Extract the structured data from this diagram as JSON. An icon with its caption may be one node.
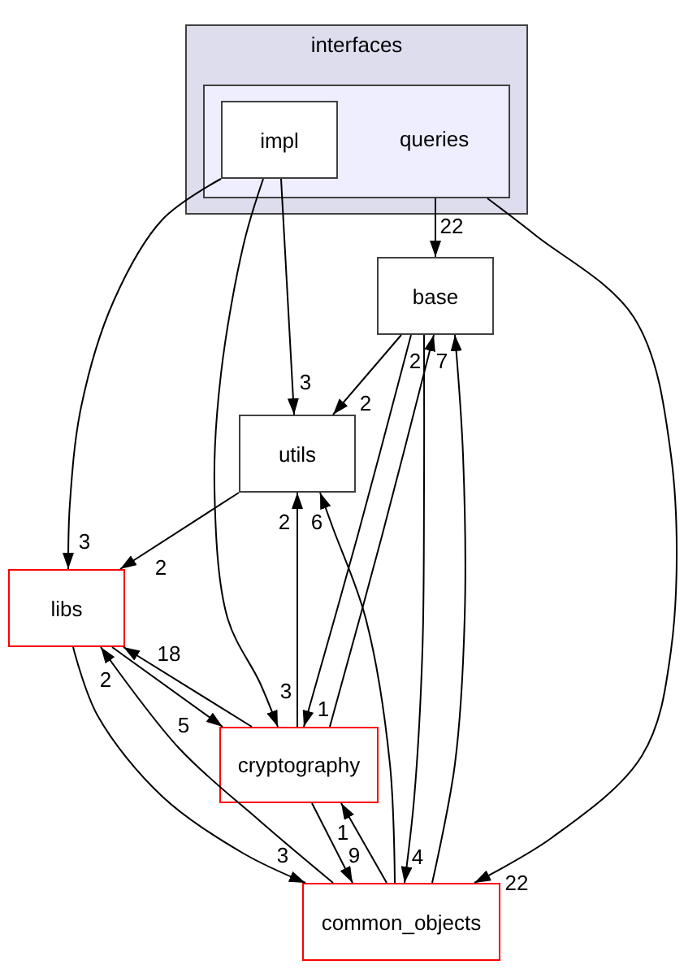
{
  "diagram": {
    "nodes": [
      {
        "text": [
          "interfaces"
        ]
      },
      {
        "text": [
          "queries"
        ],
        "in": 0
      },
      {
        "text": [
          "impl"
        ],
        "in": 1
      },
      {
        "text": [
          "base"
        ]
      },
      {
        "text": [
          "utils"
        ]
      },
      {
        "text": [
          "libs"
        ]
      },
      {
        "text": [
          "cryptography"
        ]
      },
      {
        "text": [
          "common_objects"
        ]
      }
    ],
    "edges": [
      {
        "from": 1,
        "to": 3,
        "arrow": "to",
        "label": "22"
      },
      {
        "from": 1,
        "to": 7,
        "arrow": "to",
        "label": "22"
      },
      {
        "from": 2,
        "to": 5,
        "arrow": "to",
        "label": "3"
      },
      {
        "from": 2,
        "to": 4,
        "arrow": "to",
        "label": "3"
      },
      {
        "from": 2,
        "to": 6,
        "arrow": "to",
        "label": "3"
      },
      {
        "from": 3,
        "to": 4,
        "arrow": "to",
        "label": "2"
      },
      {
        "from": 3,
        "to": 6,
        "arrow": "to",
        "label": "1"
      },
      {
        "from": 3,
        "to": 7,
        "arrow": "to",
        "label": "4"
      },
      {
        "from": 4,
        "to": 5,
        "arrow": "to",
        "label": "2"
      },
      {
        "from": 5,
        "to": 6,
        "arrow": "to",
        "label": "5"
      },
      {
        "from": 5,
        "to": 7,
        "arrow": "to",
        "label": "3"
      },
      {
        "from": 6,
        "to": 3,
        "arrow": "to",
        "label": "2"
      },
      {
        "from": 6,
        "to": 4,
        "arrow": "to",
        "label": "2"
      },
      {
        "from": 6,
        "to": 5,
        "arrow": "to",
        "label": "18"
      },
      {
        "from": 6,
        "to": 7,
        "arrow": "to",
        "label": "9"
      },
      {
        "from": 7,
        "to": 3,
        "arrow": "to",
        "label": "7"
      },
      {
        "from": 7,
        "to": 4,
        "arrow": "to",
        "label": "6"
      },
      {
        "from": 7,
        "to": 5,
        "arrow": "to",
        "label": "2"
      },
      {
        "from": 7,
        "to": 6,
        "arrow": "to",
        "label": "1"
      }
    ]
  }
}
